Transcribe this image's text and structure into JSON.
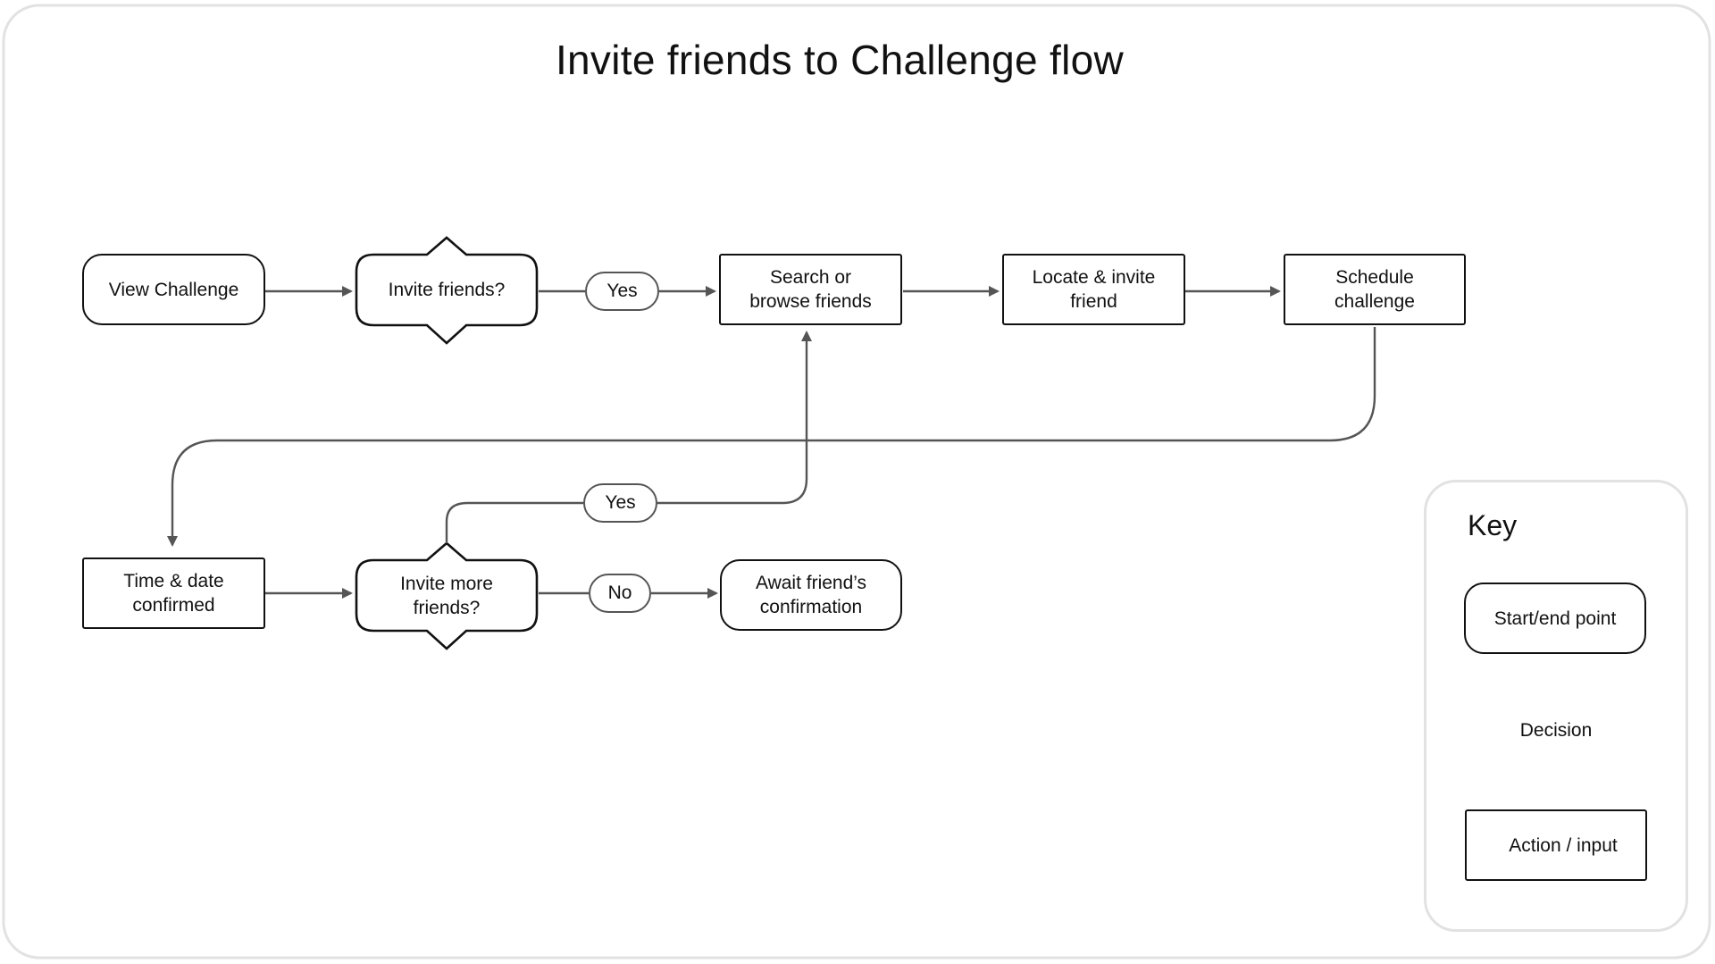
{
  "title": "Invite friends to Challenge flow",
  "nodes": {
    "view_challenge": "View Challenge",
    "invite_friends": "Invite friends?",
    "search_browse": "Search or\nbrowse friends",
    "locate_invite": "Locate & invite\nfriend",
    "schedule": "Schedule\nchallenge",
    "time_date": "Time & date\nconfirmed",
    "invite_more": "Invite more\nfriends?",
    "await_confirmation": "Await friend’s\nconfirmation"
  },
  "edge_labels": {
    "yes_1": "Yes",
    "yes_2": "Yes",
    "no": "No"
  },
  "key": {
    "title": "Key",
    "start_end": "Start/end point",
    "decision": "Decision",
    "action": "Action / input"
  }
}
